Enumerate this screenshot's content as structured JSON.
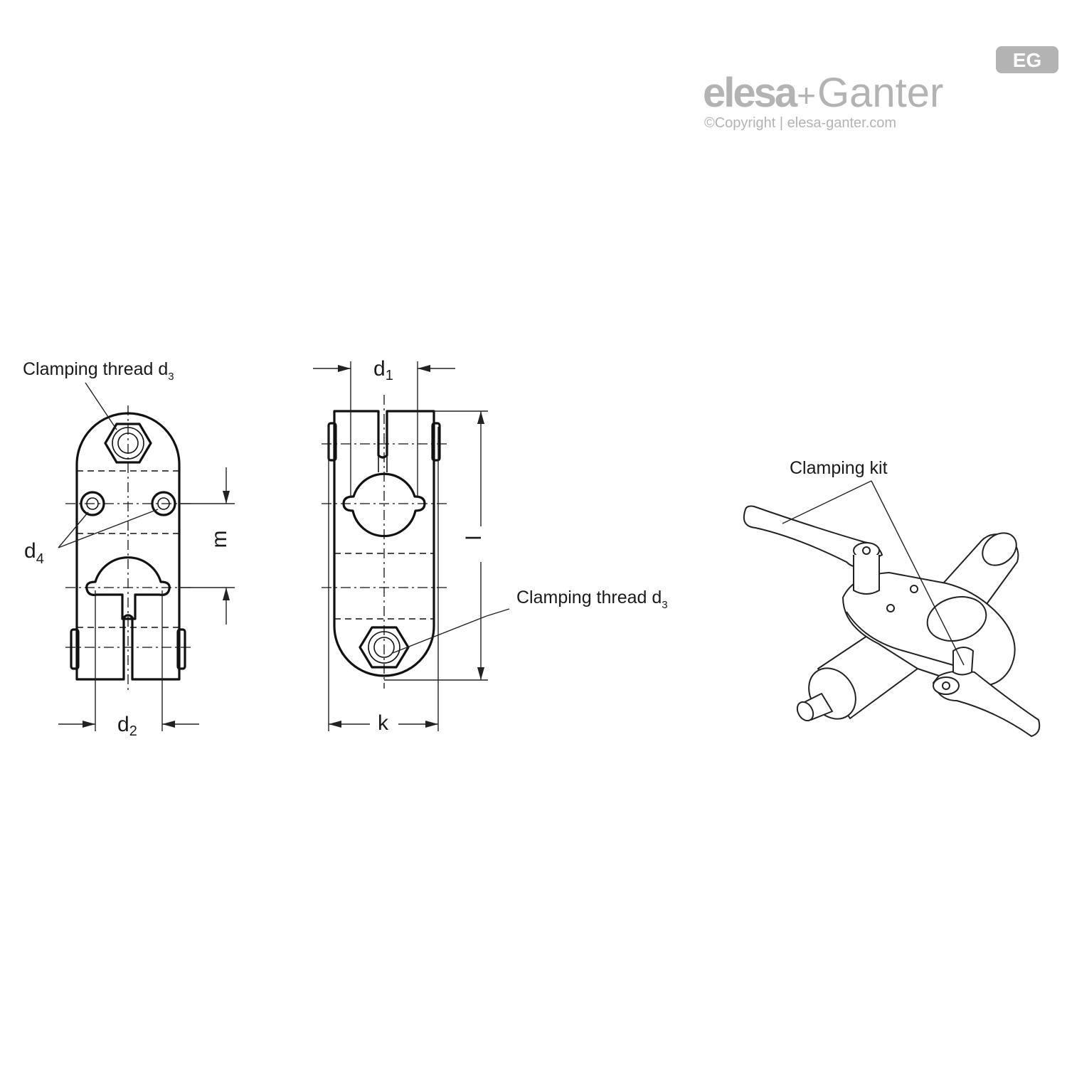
{
  "logo": {
    "badge": "EG",
    "brand_left": "elesa",
    "brand_plus": "+",
    "brand_right": "Ganter",
    "copyright": "©Copyright | elesa-ganter.com"
  },
  "front_view": {
    "clamping_label": "Clamping thread d",
    "clamping_sub": "3",
    "d4_label": "d",
    "d4_sub": "4",
    "m_label": "m",
    "d2_label": "d",
    "d2_sub": "2"
  },
  "side_view": {
    "d1_label": "d",
    "d1_sub": "1",
    "l_label": "l",
    "k_label": "k",
    "clamping_label": "Clamping thread d",
    "clamping_sub": "3"
  },
  "iso_view": {
    "clamping_kit_label": "Clamping kit"
  },
  "colors": {
    "line": "#111111",
    "logo_grey": "#b3b3b3",
    "background": "#ffffff"
  }
}
